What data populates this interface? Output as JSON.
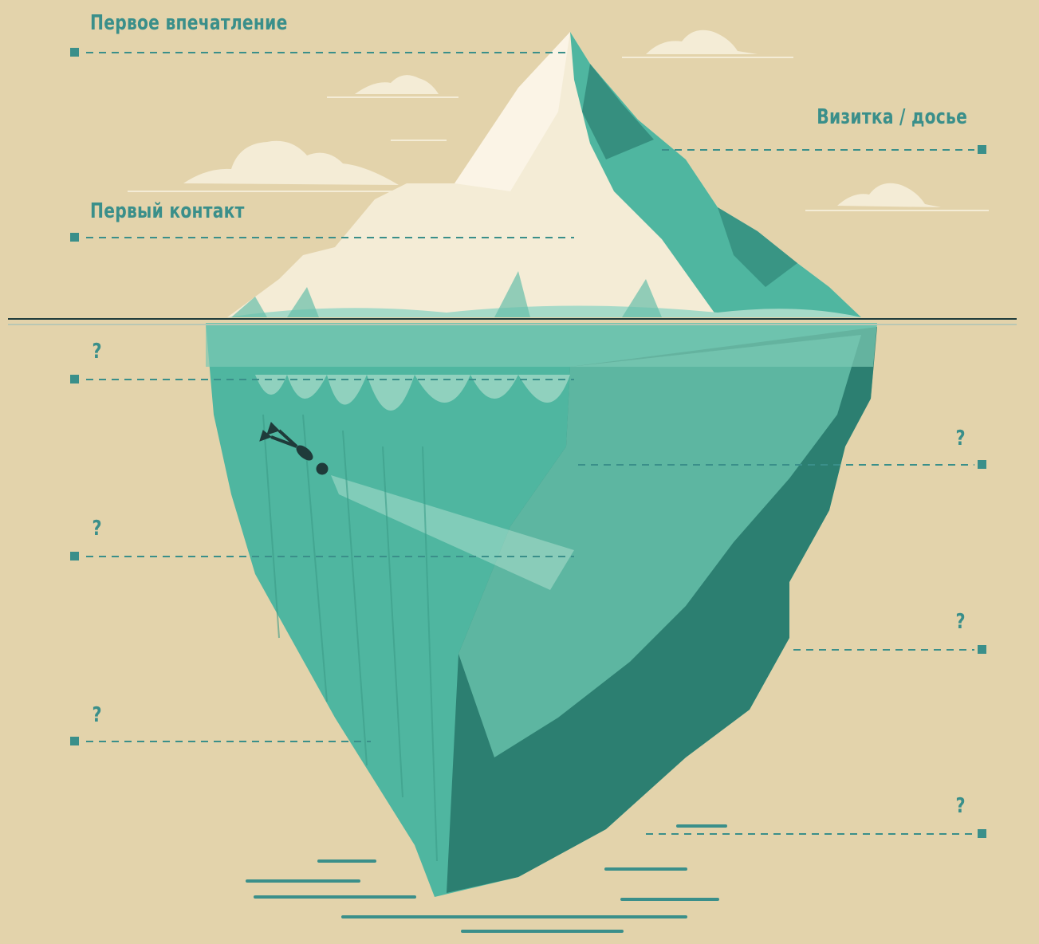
{
  "labels": {
    "first_impression": "Первое впечатление",
    "business_card": "Визитка / досье",
    "first_contact": "Первый контакт",
    "unknown": "?"
  },
  "colors": {
    "background": "#e3d3ab",
    "accent": "#3a8f8a",
    "ice_light": "#f4ecd6",
    "ice_teal": "#4fb6a0",
    "ice_dark": "#2c7f71"
  }
}
